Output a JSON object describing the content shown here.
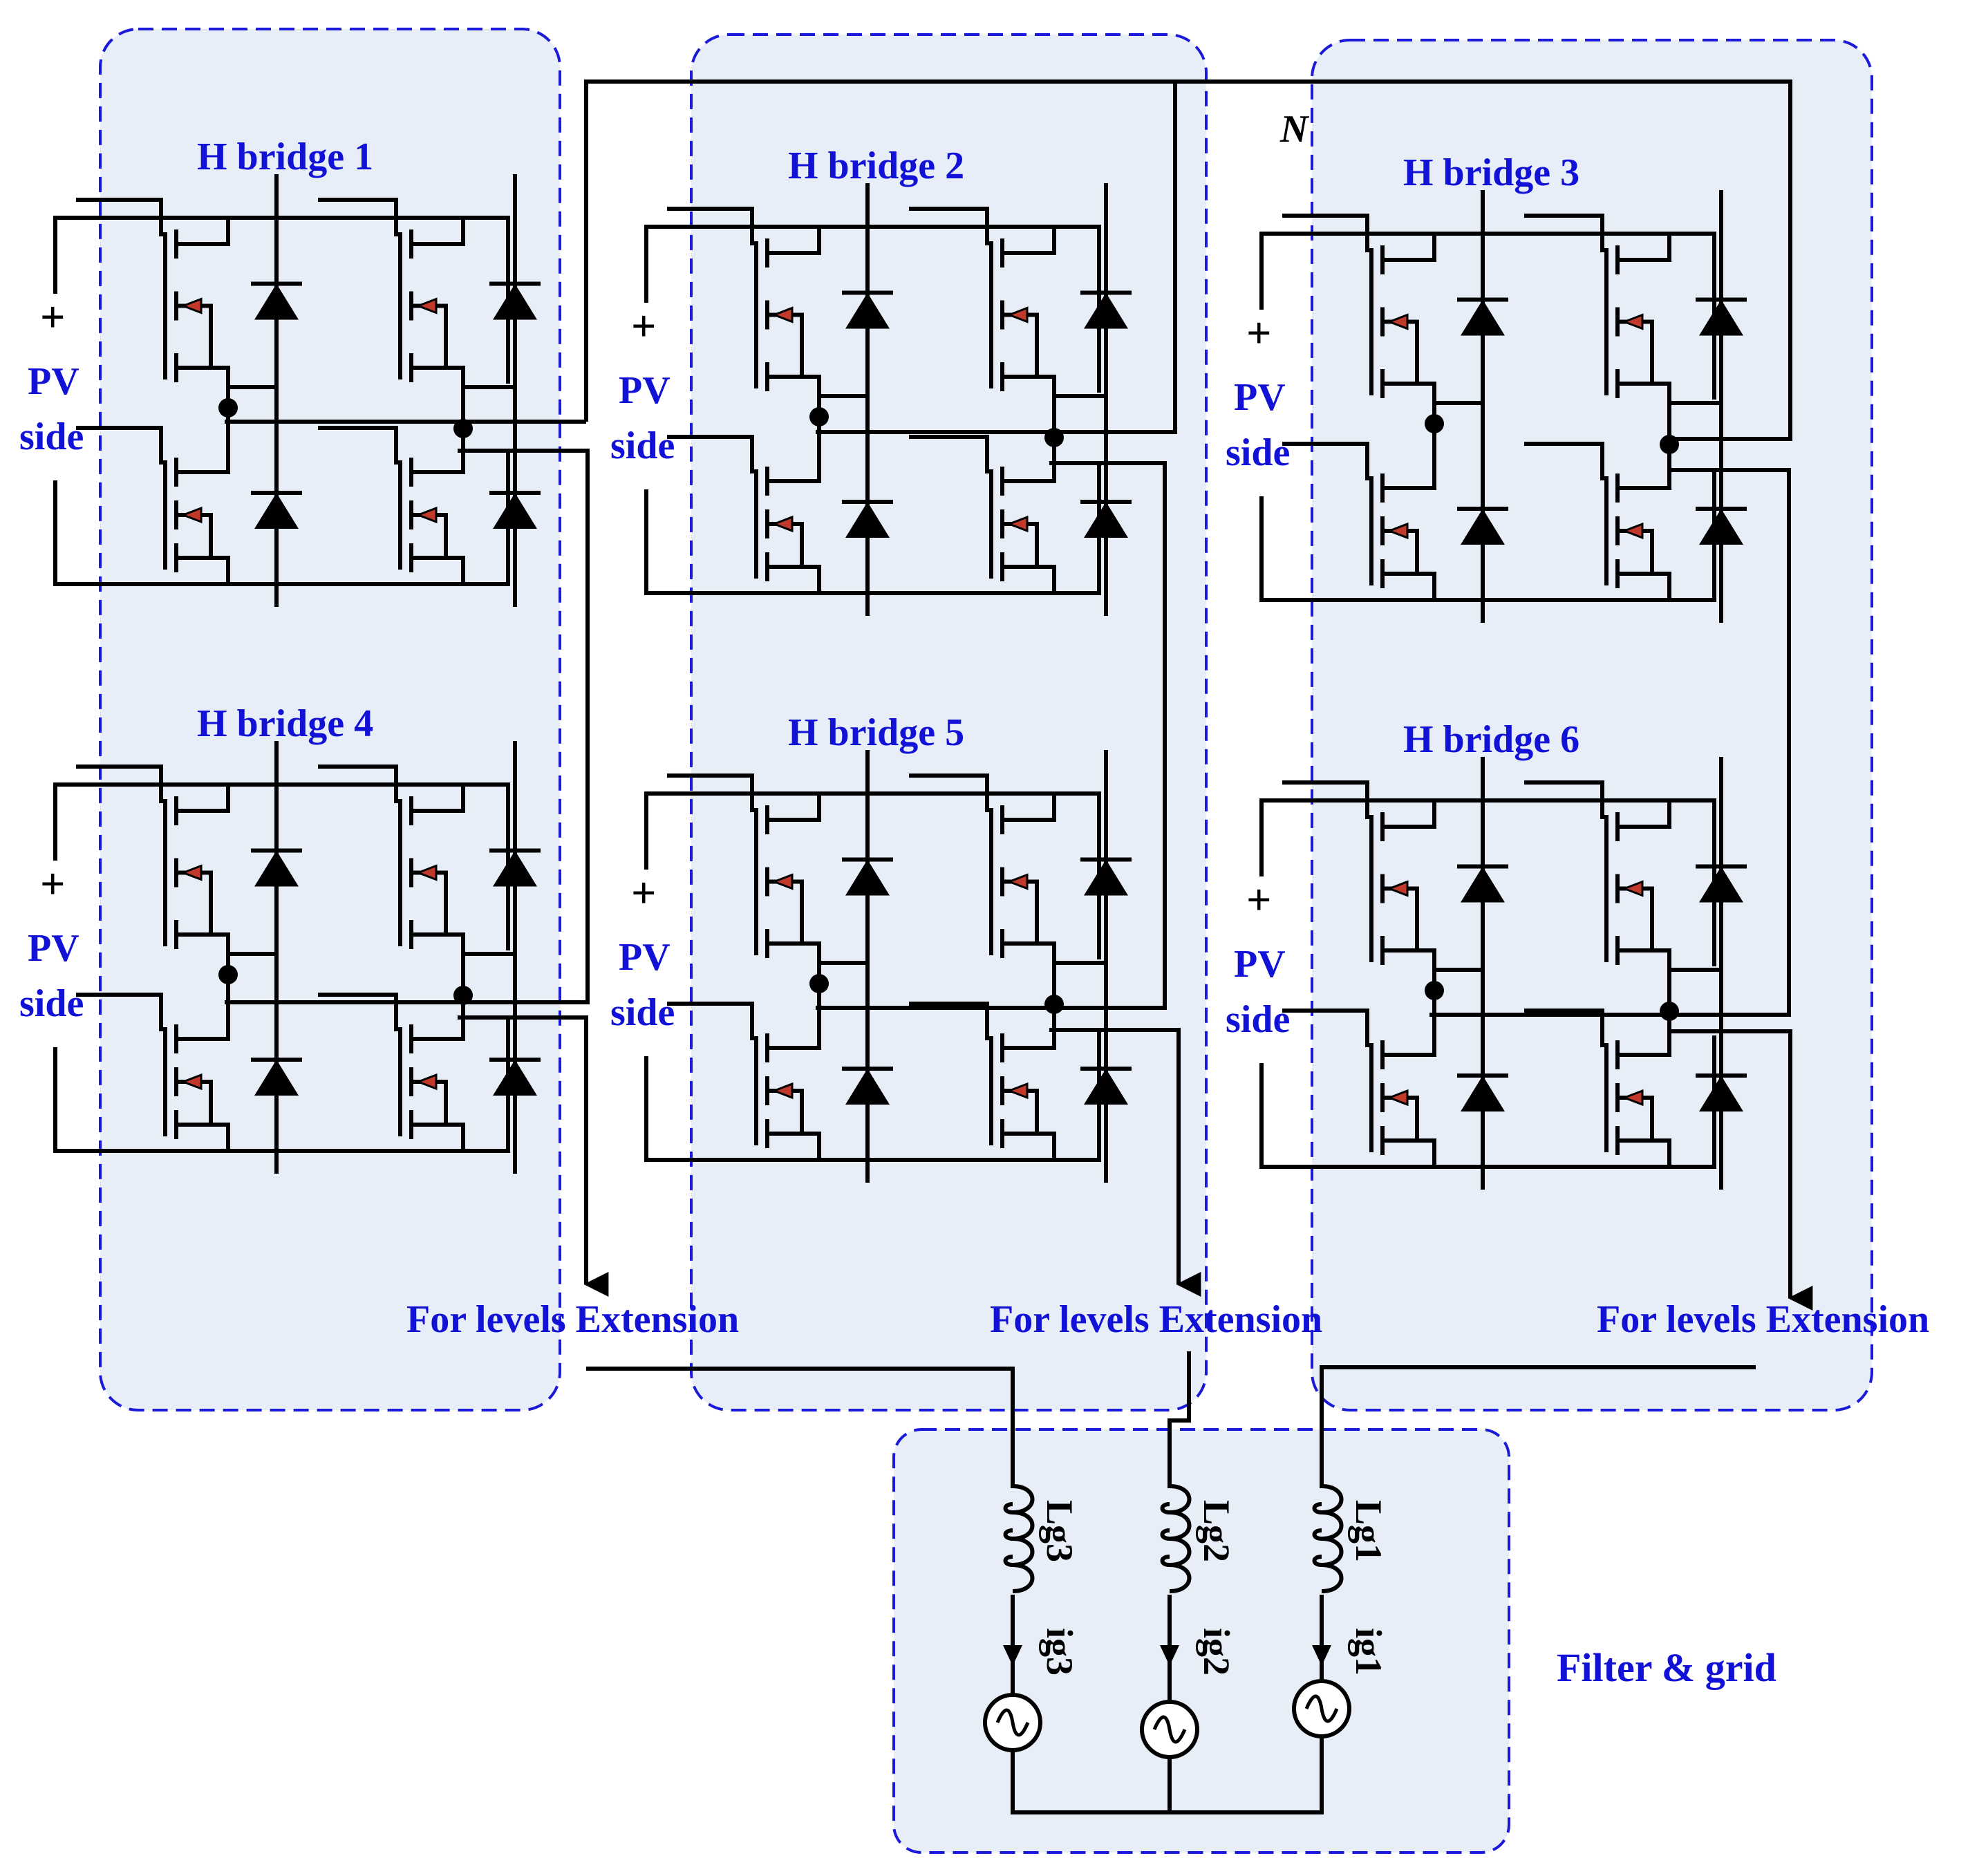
{
  "colors": {
    "box_fill": "#e8eef7",
    "box_stroke": "#1a1ad8",
    "label": "#1212d6",
    "wire": "#000000",
    "gate_arrow": "#c0392b"
  },
  "bridges": [
    {
      "id": "hb1",
      "title": "H bridge 1",
      "pv_plus": "+",
      "pv_line1": "PV",
      "pv_line2": "side"
    },
    {
      "id": "hb2",
      "title": "H bridge 2",
      "pv_plus": "+",
      "pv_line1": "PV",
      "pv_line2": "side"
    },
    {
      "id": "hb3",
      "title": "H bridge 3",
      "pv_plus": "+",
      "pv_line1": "PV",
      "pv_line2": "side"
    },
    {
      "id": "hb4",
      "title": "H bridge 4",
      "pv_plus": "+",
      "pv_line1": "PV",
      "pv_line2": "side"
    },
    {
      "id": "hb5",
      "title": "H bridge 5",
      "pv_plus": "+",
      "pv_line1": "PV",
      "pv_line2": "side"
    },
    {
      "id": "hb6",
      "title": "H bridge 6",
      "pv_plus": "+",
      "pv_line1": "PV",
      "pv_line2": "side"
    }
  ],
  "extension_label": "For levels Extension",
  "neutral_label": "N",
  "filter_grid_label": "Filter & grid",
  "phases": [
    {
      "inductor": "Lg3",
      "current": "ig3"
    },
    {
      "inductor": "Lg2",
      "current": "ig2"
    },
    {
      "inductor": "Lg1",
      "current": "ig1"
    }
  ]
}
